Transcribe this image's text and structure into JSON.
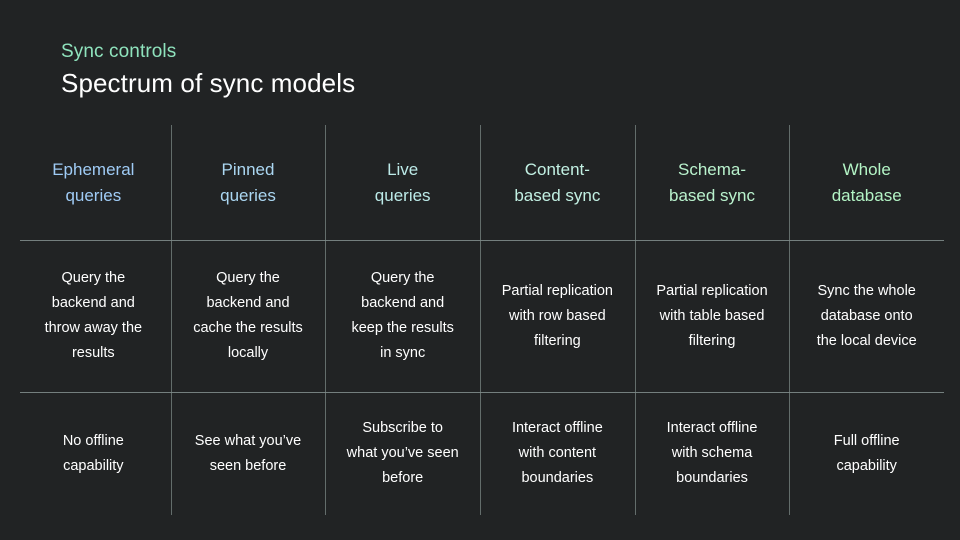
{
  "header": {
    "eyebrow": "Sync controls",
    "title": "Spectrum of sync models"
  },
  "colors": {
    "background": "#212324",
    "eyebrow": "#8fe3bd",
    "title": "#ffffff",
    "body_text": "#ffffff",
    "grid_line": "#7d8a88",
    "header_col_1": "#9fcbf5",
    "header_col_2": "#abd7f2",
    "header_col_3": "#bceae8",
    "header_col_4": "#c2f0e3",
    "header_col_5": "#b9f2cd",
    "header_col_6": "#b3f4c5"
  },
  "table": {
    "columns": [
      {
        "header": "Ephemeral queries",
        "header_lines": [
          "Ephemeral",
          "queries"
        ],
        "header_color": "#9fcbf5",
        "description_lines": [
          "Query the",
          "backend and",
          "throw away the",
          "results"
        ],
        "capability_lines": [
          "No offline",
          "capability"
        ]
      },
      {
        "header": "Pinned queries",
        "header_lines": [
          "Pinned",
          "queries"
        ],
        "header_color": "#abd7f2",
        "description_lines": [
          "Query the",
          "backend and",
          "cache the results",
          "locally"
        ],
        "capability_lines": [
          "See what you’ve",
          "seen before"
        ]
      },
      {
        "header": "Live queries",
        "header_lines": [
          "Live",
          "queries"
        ],
        "header_color": "#bceae8",
        "description_lines": [
          "Query the",
          "backend and",
          "keep the results",
          "in sync"
        ],
        "capability_lines": [
          "Subscribe to",
          "what you’ve seen",
          "before"
        ]
      },
      {
        "header": "Content-based sync",
        "header_lines": [
          "Content-",
          "based sync"
        ],
        "header_color": "#c2f0e3",
        "description_lines": [
          "Partial replication",
          "with row based",
          "filtering"
        ],
        "capability_lines": [
          "Interact offline",
          "with content",
          "boundaries"
        ]
      },
      {
        "header": "Schema-based sync",
        "header_lines": [
          "Schema-",
          "based sync"
        ],
        "header_color": "#b9f2cd",
        "description_lines": [
          "Partial replication",
          "with table based",
          "filtering"
        ],
        "capability_lines": [
          "Interact offline",
          "with schema",
          "boundaries"
        ]
      },
      {
        "header": "Whole database",
        "header_lines": [
          "Whole",
          "database"
        ],
        "header_color": "#b3f4c5",
        "description_lines": [
          "Sync the whole",
          "database onto",
          "the local device"
        ],
        "capability_lines": [
          "Full offline",
          "capability"
        ]
      }
    ]
  }
}
